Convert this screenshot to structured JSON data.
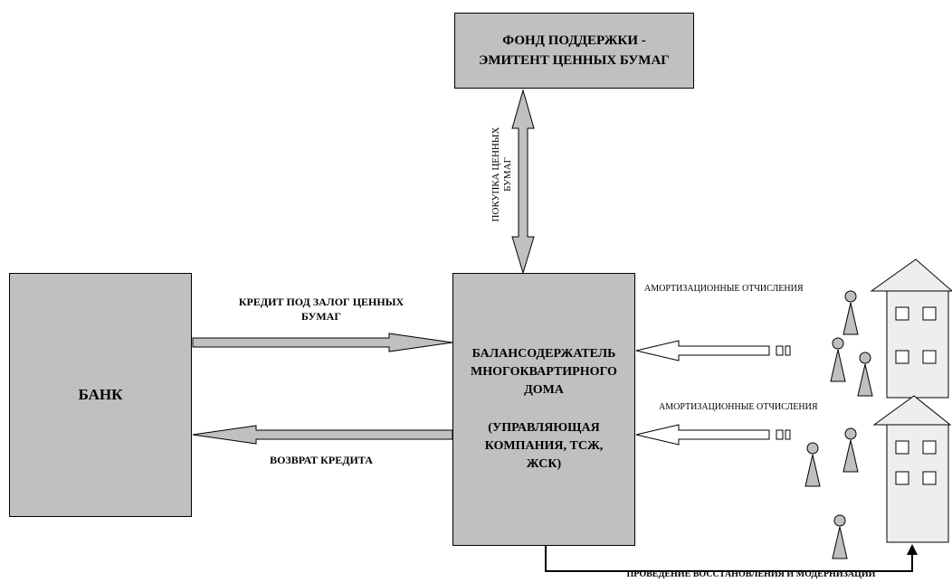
{
  "nodes": {
    "fund": {
      "line1": "ФОНД ПОДДЕРЖКИ -",
      "line2": "ЭМИТЕНТ ЦЕННЫХ БУМАГ"
    },
    "bank": {
      "label": "БАНК"
    },
    "holder": {
      "line1": "БАЛАНСОДЕРЖАТЕЛЬ",
      "line2": "МНОГОКВАРТИРНОГО",
      "line3": "ДОМА",
      "line4": "(УПРАВЛЯЮЩАЯ",
      "line5": "КОМПАНИЯ, ТСЖ,",
      "line6": "ЖСК)"
    }
  },
  "edges": {
    "purchase": {
      "line1": "ПОКУПКА ЦЕННЫХ",
      "line2": "БУМАГ"
    },
    "credit": {
      "line1": "КРЕДИТ ПОД ЗАЛОГ ЦЕННЫХ",
      "line2": "БУМАГ"
    },
    "repay": {
      "label": "ВОЗВРАТ КРЕДИТА"
    },
    "depreciation_top": {
      "label": "АМОРТИЗАЦИОННЫЕ ОТЧИСЛЕНИЯ"
    },
    "depreciation_bottom": {
      "label": "АМОРТИЗАЦИОННЫЕ ОТЧИСЛЕНИЯ"
    },
    "modernization": {
      "label": "ПРОВЕДЕНИЕ  ВОССТАНОВЛЕНИЯ И МОДЕРНИЗАЦИИ"
    }
  },
  "colors": {
    "box_fill": "#c0c0c0",
    "arrow_fill": "#c0c0c0",
    "stroke": "#000000",
    "house_fill": "#eeeeee"
  }
}
